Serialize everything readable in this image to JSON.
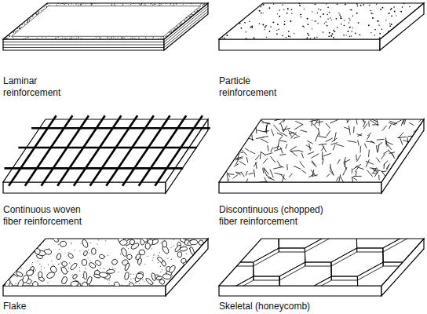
{
  "diagram": {
    "labels": [
      "Laminar reinforcement",
      "Particle reinforcement",
      "Continuous woven fiber reinforcement",
      "Discontinuous (chopped) fiber reinforcement",
      "Flake",
      "Skeletal (honeycomb)"
    ]
  }
}
